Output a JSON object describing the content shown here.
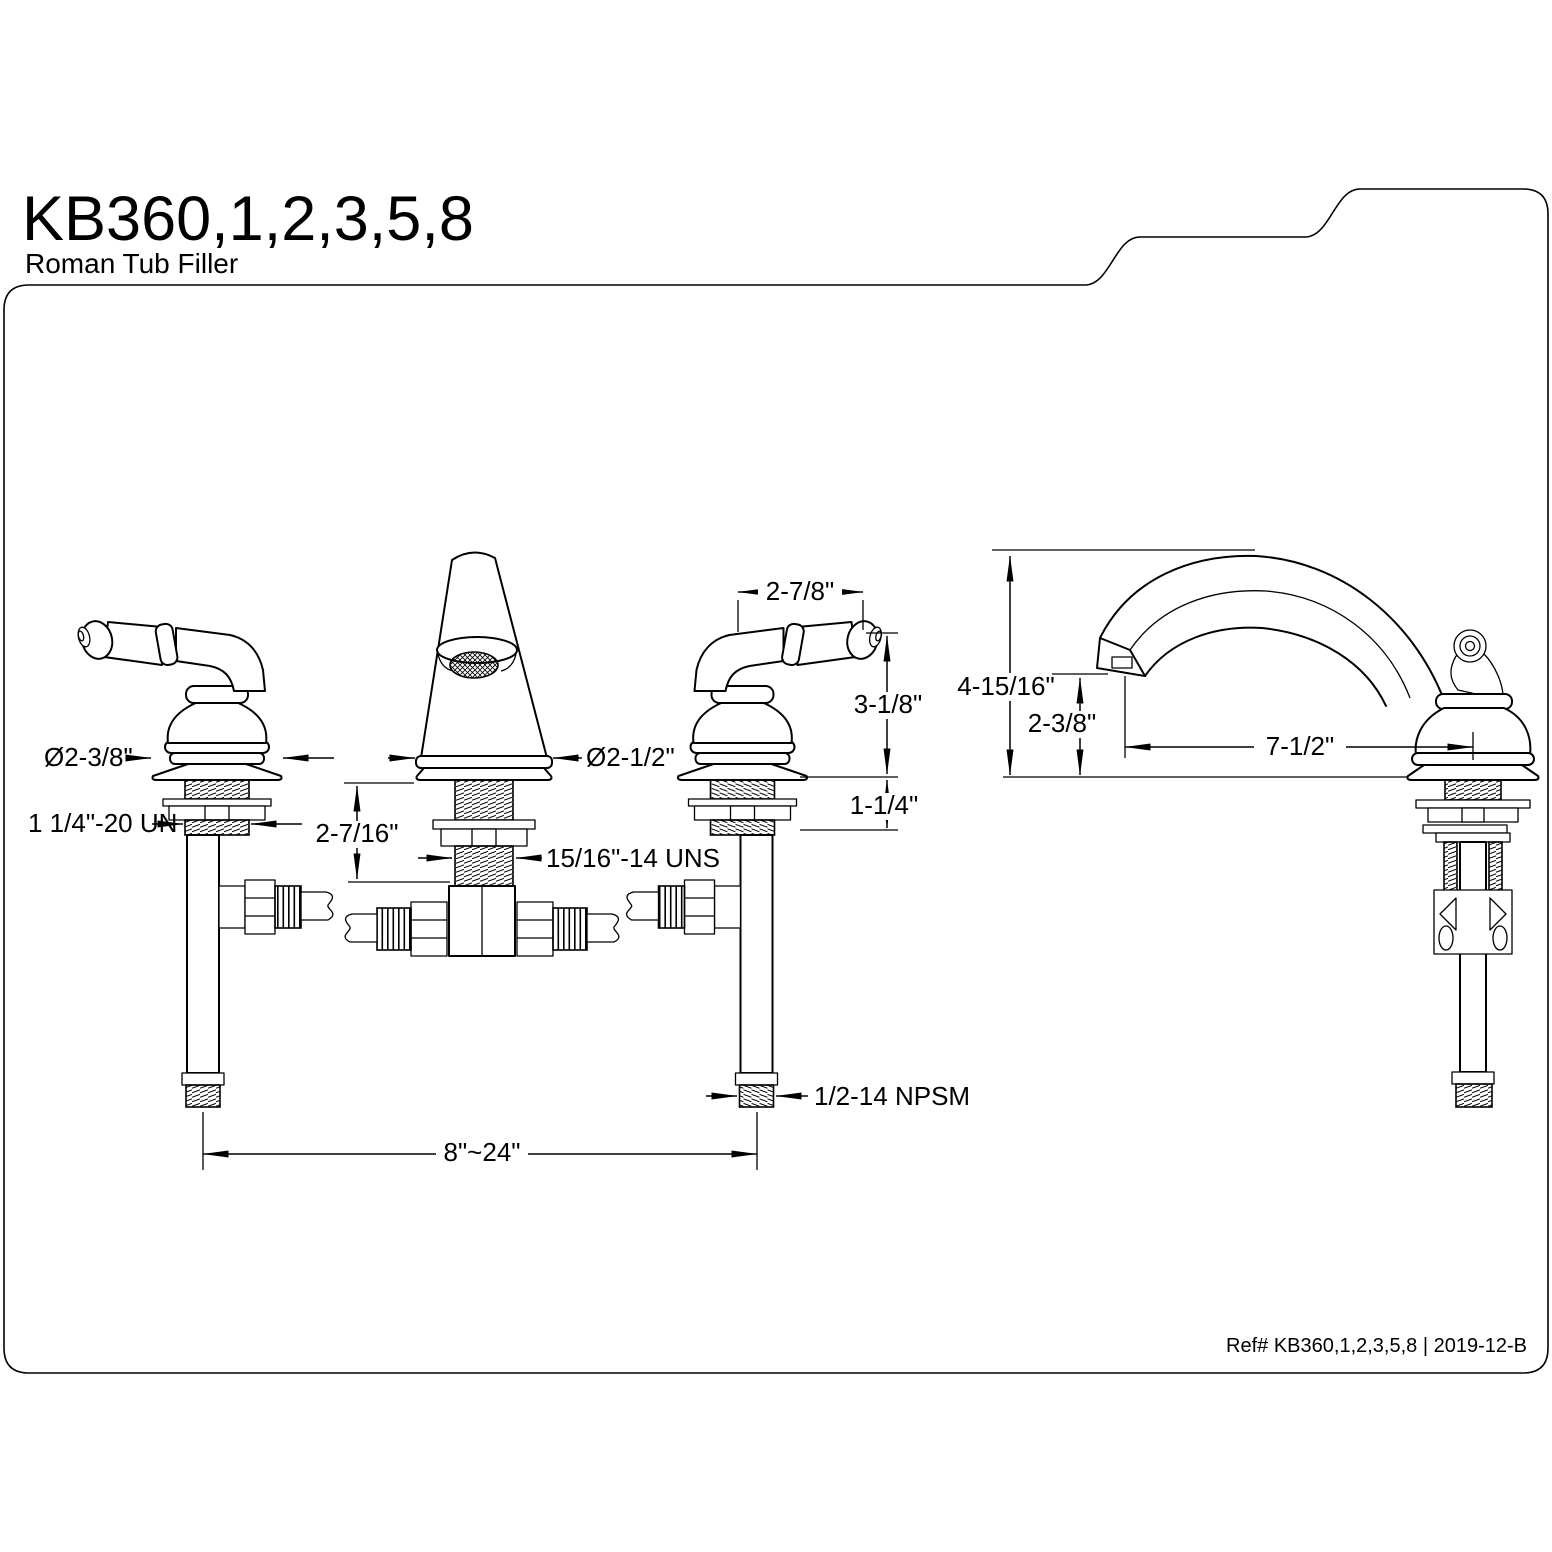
{
  "header": {
    "model": "KB360,1,2,3,5,8",
    "subtitle": "Roman Tub Filler"
  },
  "dims": {
    "handle_trim_dia": "Ø2-3/8\"",
    "handle_shank_thread": "1 1/4\"-20 UN",
    "spout_shank_height": "2-7/16\"",
    "spout_trim_dia": "Ø2-1/2\"",
    "spout_shank_thread": "15/16\"-14 UNS",
    "handle_length": "2-7/8\"",
    "handle_height": "3-1/8\"",
    "deck_thickness": "1-1/4\"",
    "spout_height": "4-15/16\"",
    "spout_outlet_height": "2-3/8\"",
    "spout_reach": "7-1/2\"",
    "supply_thread": "1/2-14 NPSM",
    "spread": "8\"~24\""
  },
  "footer": {
    "reference": "Ref# KB360,1,2,3,5,8 | 2019-12-B"
  },
  "colors": {
    "line": "#000000",
    "background": "#ffffff"
  }
}
